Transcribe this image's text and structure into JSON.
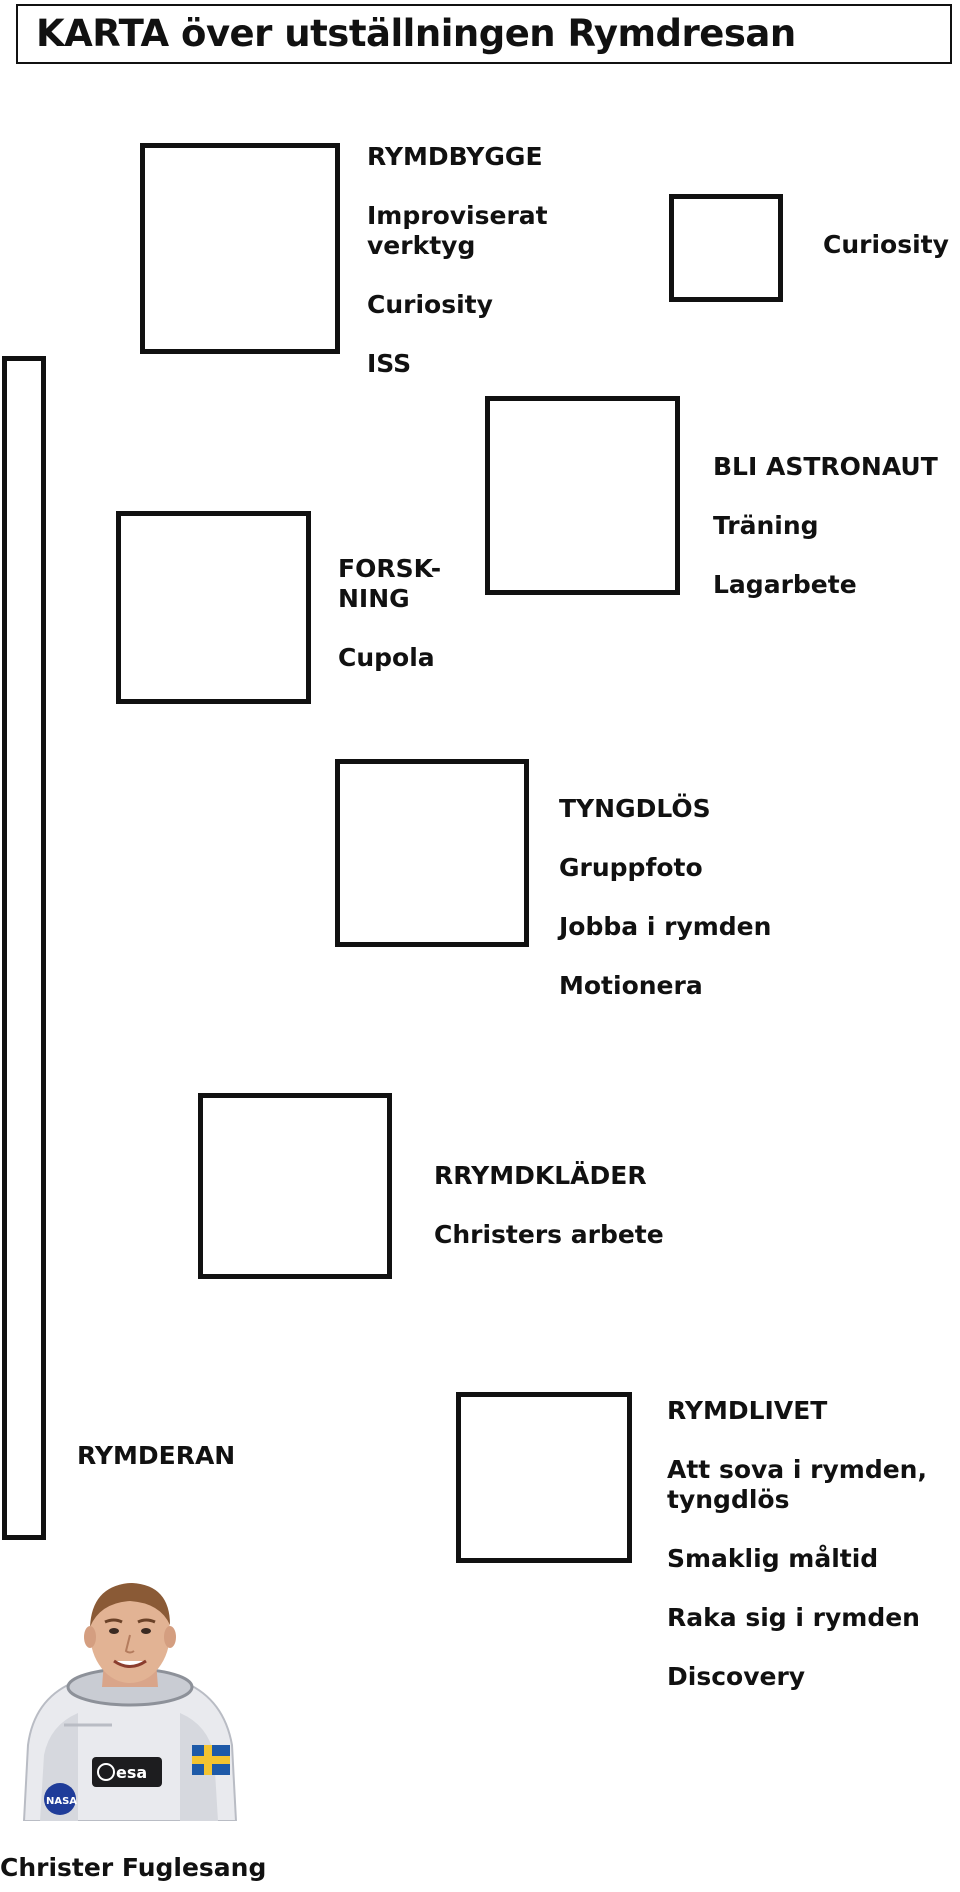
{
  "title": "KARTA över utställningen Rymdresan",
  "sections": {
    "rymdbygge": {
      "heading": "RYMDBYGGE",
      "items": [
        "Improviserat verktyg",
        "Curiosity",
        "ISS"
      ]
    },
    "curiosity_side": {
      "label": "Curiosity"
    },
    "bli_astronaut": {
      "heading": "BLI ASTRONAUT",
      "items": [
        "Träning",
        "Lagarbete"
      ]
    },
    "forskning": {
      "heading": "FORSK-\nNING",
      "items": [
        "Cupola"
      ]
    },
    "tyngdlos": {
      "heading": "TYNGDLÖS",
      "items": [
        "Gruppfoto",
        "Jobba i rymden",
        "Motionera"
      ]
    },
    "rymdklader": {
      "heading": "RRYMDKLÄDER",
      "items": [
        "Christers arbete"
      ]
    },
    "rymderan": {
      "label": "RYMDERAN"
    },
    "rymdlivet": {
      "heading": "RYMDLIVET",
      "items": [
        "Att sova i rymden, tyngdlös",
        "Smaklig måltid",
        "Raka sig i rymden",
        "Discovery"
      ]
    }
  },
  "portrait": {
    "caption": "Christer Fuglesang",
    "patch_text": "esa",
    "nasa_text": "NASA"
  }
}
